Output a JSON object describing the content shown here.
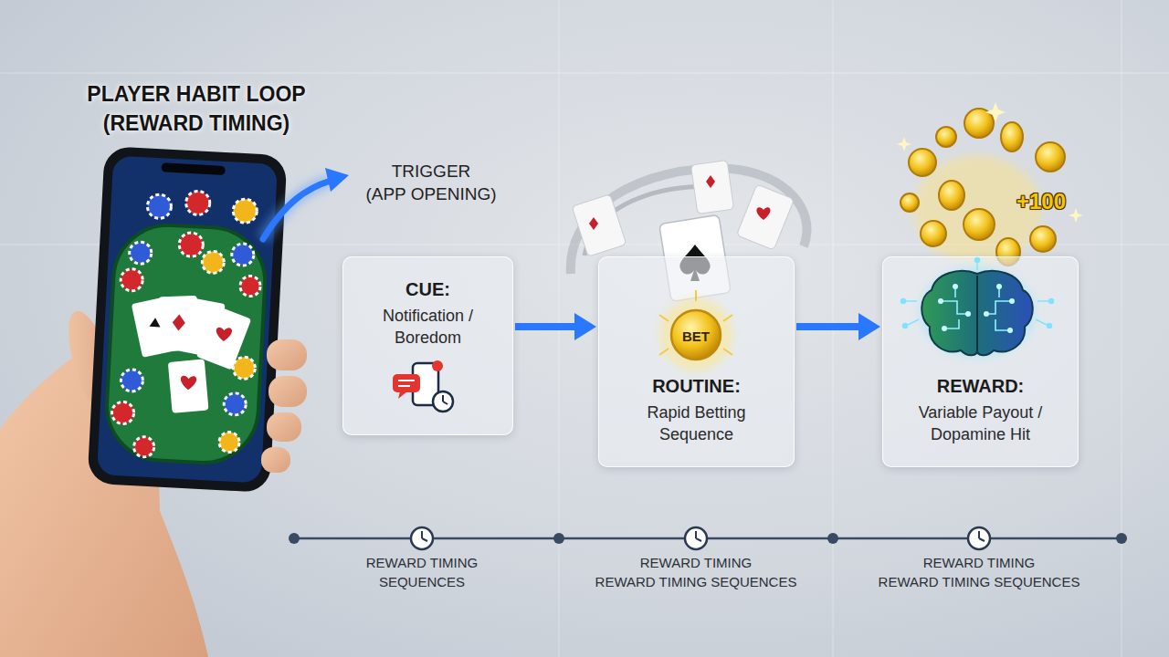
{
  "diagram": {
    "title": "PLAYER HABIT LOOP (REWARD TIMING)",
    "nodes": [
      {
        "text": [
          "CUE:",
          "Notification / Boredom"
        ]
      },
      {
        "text": [
          "ROUTINE:",
          "Rapid Betting Sequence"
        ]
      },
      {
        "text": [
          "REWARD:",
          "Variable Payout / Dopamine Hit"
        ]
      }
    ],
    "edges": [
      {
        "from": 0,
        "to": 1,
        "arrow": "to"
      },
      {
        "from": 1,
        "to": 2,
        "arrow": "to"
      }
    ],
    "labels": [
      "TRIGGER",
      "(APP OPENING)",
      "BET",
      "+100",
      "REWARD TIMING SEQUENCES",
      "REWARD TIMING",
      "REWARD TIMING SEQUENCES",
      "REWARD TIMING",
      "REWARD TIMING SEQUENCES"
    ]
  }
}
